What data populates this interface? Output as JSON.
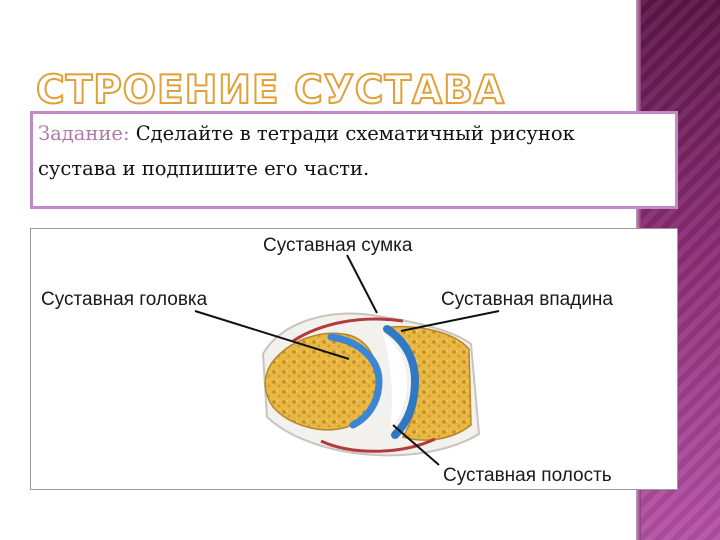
{
  "slide": {
    "title": "СТРОЕНИЕ СУСТАВА",
    "task_lead": "Задание:",
    "task_body": " Сделайте в тетради схематичный рисунок сустава и подпишите его части."
  },
  "diagram": {
    "labels": {
      "capsule": "Суставная сумка",
      "head": "Суставная головка",
      "socket": "Суставная впадина",
      "cavity": "Суставная полость"
    }
  },
  "colors": {
    "band": "#8a2c74",
    "title_outline": "#e0a03a",
    "box_border": "#c08ac6",
    "task_lead": "#b07aa8",
    "bone": "#e3b13a",
    "cartilage": "#3b86d4",
    "capsule_edge": "#b23a3a"
  }
}
